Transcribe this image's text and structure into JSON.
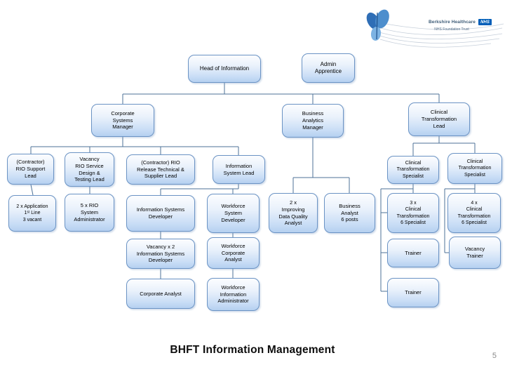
{
  "logo": {
    "org_name": "Berkshire Healthcare",
    "nhs_logo": "NHS",
    "tagline": "NHS Foundation Trust",
    "nhs_blue": "#005EB8"
  },
  "slide": {
    "title": "BHFT Information Management",
    "page_number": "5"
  },
  "org_chart": {
    "nodes": {
      "head_of_information": "Head of Information",
      "admin_apprentice": "Admin\nApprentice",
      "corporate_systems_manager": "Corporate\nSystems\nManager",
      "business_analytics_manager": "Business\nAnalytics\nManager",
      "clinical_transformation_lead": "Clinical\nTransformation\nLead",
      "contractor_rio_support_lead": "(Contractor)\nRIO Support\nLead",
      "vacancy_rio_service_lead": "Vacancy\nRIO Service\nDesign &\nTesting Lead",
      "contractor_rio_release_lead": "(Contractor) RIO\nRelease Technical &\nSupplier Lead",
      "information_system_lead": "Information\nSystem Lead",
      "clinical_transformation_specialist_1": "Clinical\nTransformation\nSpecialist",
      "clinical_transformation_specialist_2": "Clinical\nTransformation\nSpecialist",
      "application_first_line": "2 x Application\n1ˢᵗ Line\n3 vacant",
      "rio_system_administrator": "5 x RIO\nSystem\nAdministrator",
      "information_systems_developer": "Information Systems\nDeveloper",
      "workforce_system_developer": "Workforce\nSystem\nDeveloper",
      "improving_data_quality_analyst": "2 x\nImproving\nData Quality\nAnalyst",
      "business_analyst": "Business\nAnalyst\n6 posts",
      "clinical_transformation_specialist_3x": "3 x\nClinical\nTransformation\n6 Specialist",
      "clinical_transformation_specialist_4x": "4 x\nClinical\nTransformation\n6 Specialist",
      "vacancy_information_systems_developer": "Vacancy x 2\nInformation Systems\nDeveloper",
      "workforce_corporate_analyst": "Workforce\nCorporate\nAnalyst",
      "trainer_1": "Trainer",
      "vacancy_trainer": "Vacancy\nTrainer",
      "corporate_analyst": "Corporate Analyst",
      "workforce_information_administrator": "Workforce\nInformation\nAdministrator",
      "trainer_2": "Trainer"
    }
  },
  "colors": {
    "node_border": "#6b93c4",
    "connector": "#4e7297"
  }
}
